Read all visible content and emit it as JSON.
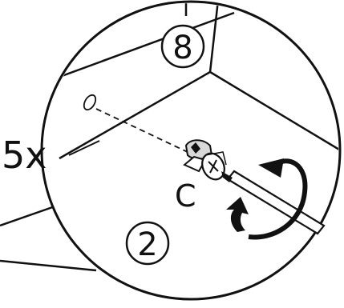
{
  "callout": {
    "quantity": "5x",
    "part_label": "C",
    "panel_number": "8",
    "part_number": "2"
  },
  "colors": {
    "ink": "#111111",
    "paper": "#ffffff",
    "shade": "#d8d8d8"
  },
  "icons": {
    "rotation": "clockwise-rotation-arrow-icon",
    "tool": "screwdriver-icon",
    "hole": "pilot-hole-icon",
    "fitting": "cam-lock-fitting-icon"
  }
}
